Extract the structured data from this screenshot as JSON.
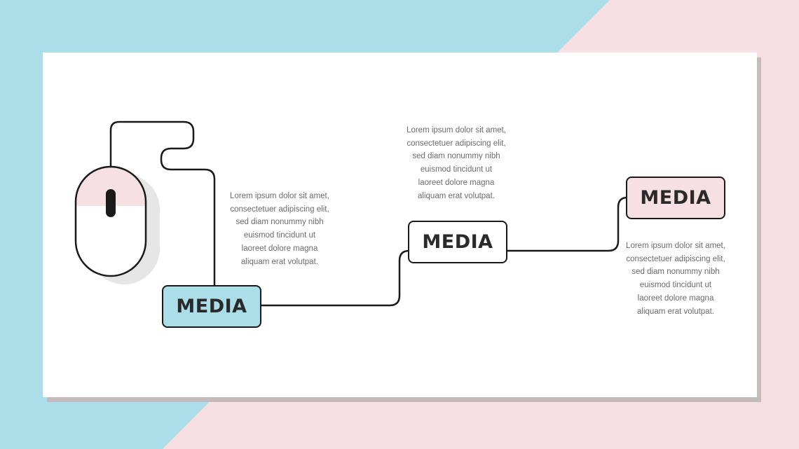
{
  "colors": {
    "background_blue": "#acdeea",
    "background_pink": "#f6e0e3",
    "box_blue": "#acdeea",
    "box_pink": "#f6e0e3",
    "box_white": "#ffffff",
    "line": "#1a1a1a"
  },
  "icons": {
    "mouse": "computer-mouse-icon"
  },
  "steps": [
    {
      "label": "MEDIA",
      "description": [
        "Lorem ipsum dolor sit amet,",
        "consectetuer adipiscing elit,",
        "sed diam nonummy nibh",
        "euismod tincidunt ut",
        "laoreet dolore magna",
        "aliquam erat volutpat."
      ]
    },
    {
      "label": "MEDIA",
      "description": [
        "Lorem ipsum dolor sit amet,",
        "consectetuer adipiscing elit,",
        "sed diam nonummy nibh",
        "euismod tincidunt ut",
        "laoreet dolore magna",
        "aliquam erat volutpat."
      ]
    },
    {
      "label": "MEDIA",
      "description": [
        "Lorem ipsum dolor sit amet,",
        "consectetuer adipiscing elit,",
        "sed diam nonummy nibh",
        "euismod tincidunt ut",
        "laoreet dolore magna",
        "aliquam erat volutpat."
      ]
    }
  ]
}
